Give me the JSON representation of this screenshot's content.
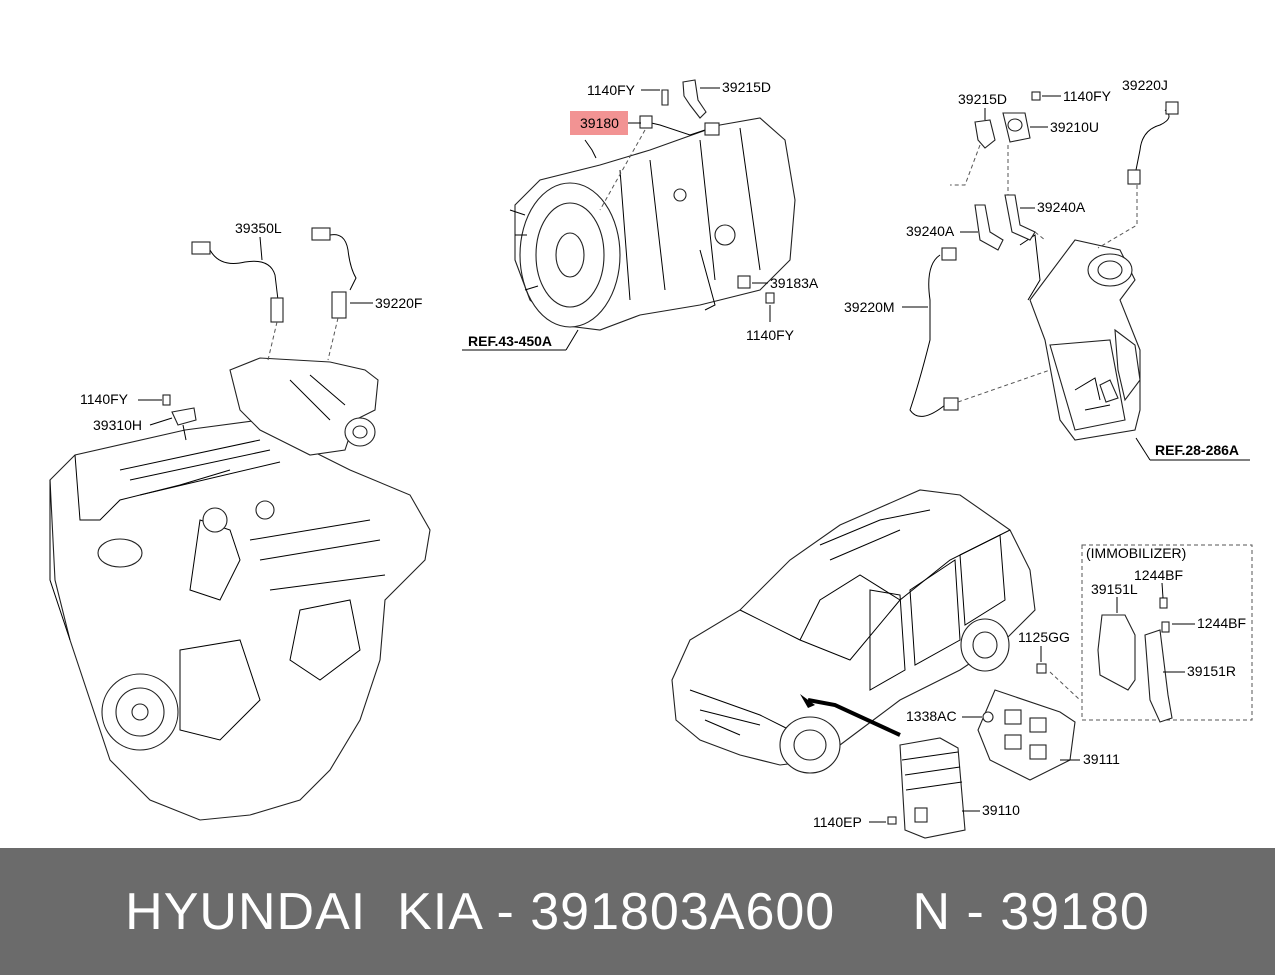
{
  "footer": {
    "text": "HYUNDAI  KIA - 391803A600     N - 39180"
  },
  "colors": {
    "footer_bg": "#6b6b6b",
    "highlight": "#f08080"
  },
  "labels": {
    "l_1140FY_top": "1140FY",
    "l_39215D_top": "39215D",
    "l_39180": "39180",
    "l_39183A": "39183A",
    "l_1140FY_mid": "1140FY",
    "l_ref43": "REF.43-450A",
    "l_39215D_right": "39215D",
    "l_1140FY_right": "1140FY",
    "l_39220J": "39220J",
    "l_39210U": "39210U",
    "l_39240A_a": "39240A",
    "l_39240A_b": "39240A",
    "l_39220M": "39220M",
    "l_ref28": "REF.28-286A",
    "l_39350L": "39350L",
    "l_39220F": "39220F",
    "l_1140FY_left": "1140FY",
    "l_39310H": "39310H",
    "l_immobilizer": "(IMMOBILIZER)",
    "l_1244BF_a": "1244BF",
    "l_39151L": "39151L",
    "l_1244BF_b": "1244BF",
    "l_39151R": "39151R",
    "l_1125GG": "1125GG",
    "l_1338AC": "1338AC",
    "l_39111": "39111",
    "l_39110": "39110",
    "l_1140EP": "1140EP"
  }
}
